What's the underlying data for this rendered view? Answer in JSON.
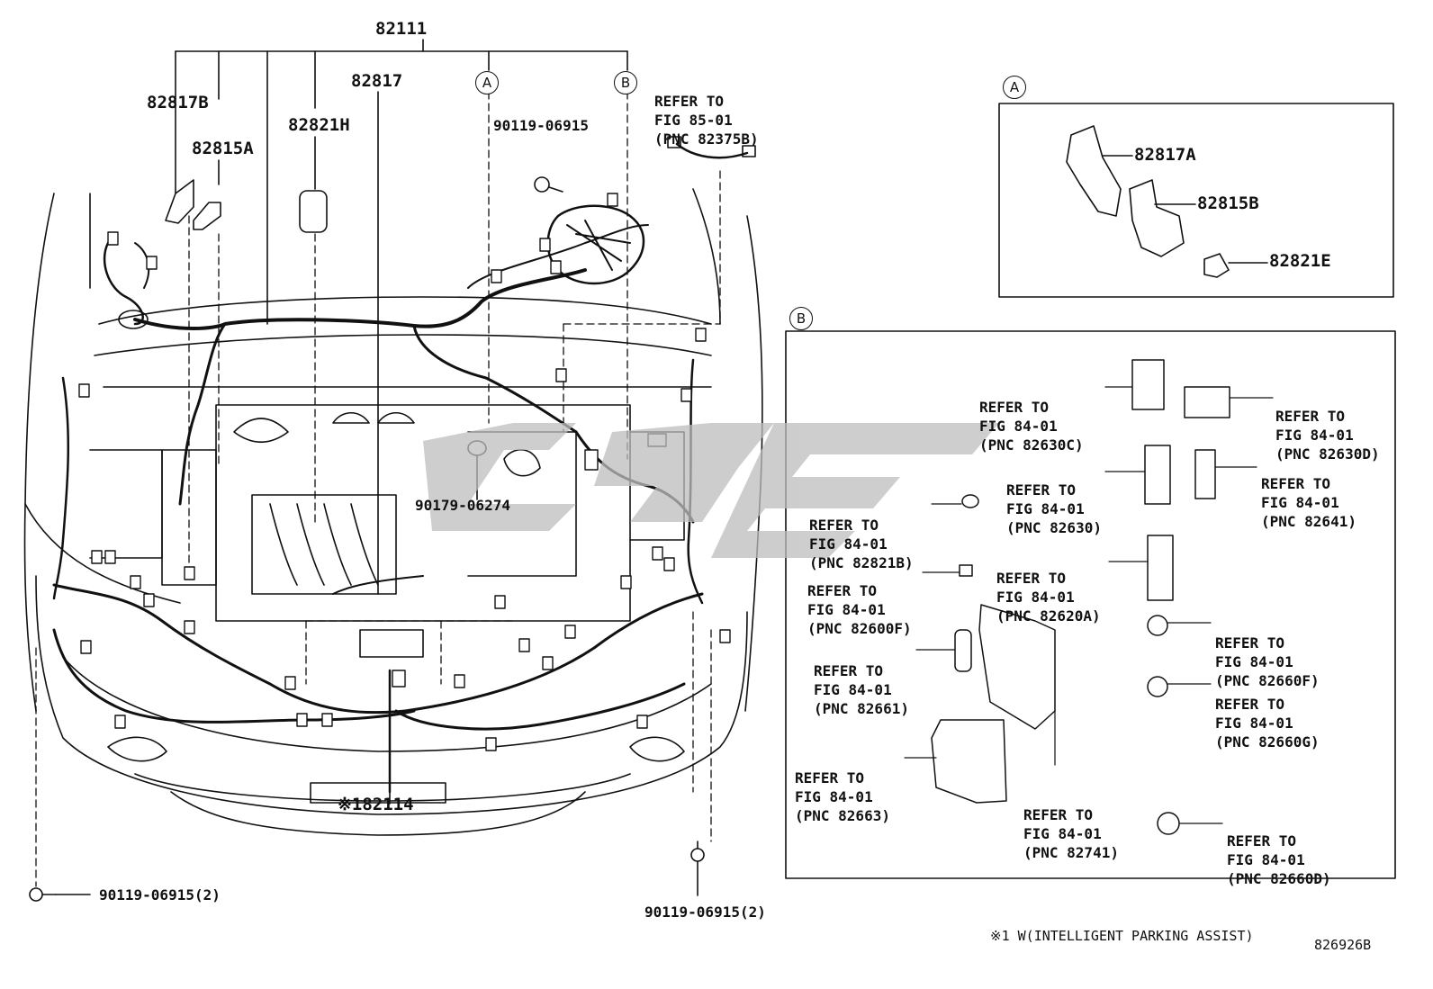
{
  "parts": {
    "p82111": "82111",
    "p82817B": "82817B",
    "p82817": "82817",
    "p82815A": "82815A",
    "p82821H": "82821H",
    "bolt_top": "90119-06915",
    "grommet": "90179-06274",
    "p82114": "82114",
    "bolt_left": "90119-06915(2)",
    "bolt_right": "90119-06915(2)",
    "p82817A": "82817A",
    "p82815B": "82815B",
    "p82821E": "82821E"
  },
  "callouts": {
    "a": "A",
    "b": "B"
  },
  "asterisk_mark": "※1",
  "refs": {
    "top": {
      "line1": "REFER TO",
      "line2": "FIG 85-01",
      "line3": "(PNC 82375B)"
    },
    "r82630C": {
      "line1": "REFER TO",
      "line2": "FIG 84-01",
      "line3": "(PNC 82630C)"
    },
    "r82630D": {
      "line1": "REFER TO",
      "line2": "FIG 84-01",
      "line3": "(PNC 82630D)"
    },
    "r82630": {
      "line1": "REFER TO",
      "line2": "FIG 84-01",
      "line3": "(PNC 82630)"
    },
    "r82641": {
      "line1": "REFER TO",
      "line2": "FIG 84-01",
      "line3": "(PNC 82641)"
    },
    "r82821B": {
      "line1": "REFER TO",
      "line2": "FIG 84-01",
      "line3": "(PNC 82821B)"
    },
    "r82600F": {
      "line1": "REFER TO",
      "line2": "FIG 84-01",
      "line3": "(PNC 82600F)"
    },
    "r82620A": {
      "line1": "REFER TO",
      "line2": "FIG 84-01",
      "line3": "(PNC 82620A)"
    },
    "r82660F": {
      "line1": "REFER TO",
      "line2": "FIG 84-01",
      "line3": "(PNC 82660F)"
    },
    "r82661": {
      "line1": "REFER TO",
      "line2": "FIG 84-01",
      "line3": "(PNC 82661)"
    },
    "r82660G": {
      "line1": "REFER TO",
      "line2": "FIG 84-01",
      "line3": "(PNC 82660G)"
    },
    "r82663": {
      "line1": "REFER TO",
      "line2": "FIG 84-01",
      "line3": "(PNC 82663)"
    },
    "r82741": {
      "line1": "REFER TO",
      "line2": "FIG 84-01",
      "line3": "(PNC 82741)"
    },
    "r82660D": {
      "line1": "REFER TO",
      "line2": "FIG 84-01",
      "line3": "(PNC 82660D)"
    }
  },
  "footnote": "※1 W(INTELLIGENT PARKING ASSIST)",
  "figure_number": "826926B",
  "colors": {
    "line": "#111111",
    "watermark": "#bdbdbd",
    "background": "#ffffff"
  }
}
